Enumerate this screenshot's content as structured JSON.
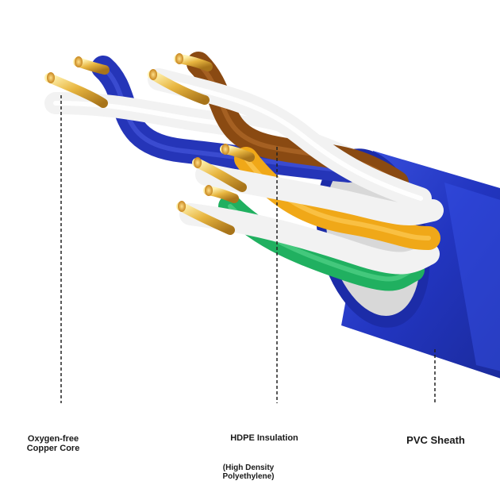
{
  "callouts": {
    "copper_core": {
      "line1": "Oxygen-free",
      "line2": "Copper Core"
    },
    "hdpe_insulation": {
      "title": "HDPE Insulation",
      "sub_line1": "(High Density",
      "sub_line2": "Polyethylene)"
    },
    "pvc_sheath": {
      "title": "PVC Sheath"
    }
  },
  "colors": {
    "sheath": "#2a3fc4",
    "copper": "#e4b43a",
    "brown": "#8a4a12",
    "orange": "#f0a818",
    "green": "#20b060",
    "blue_wire": "#2535b8",
    "white_insulation": "#f2f2f2",
    "leader_line": "#222222"
  }
}
